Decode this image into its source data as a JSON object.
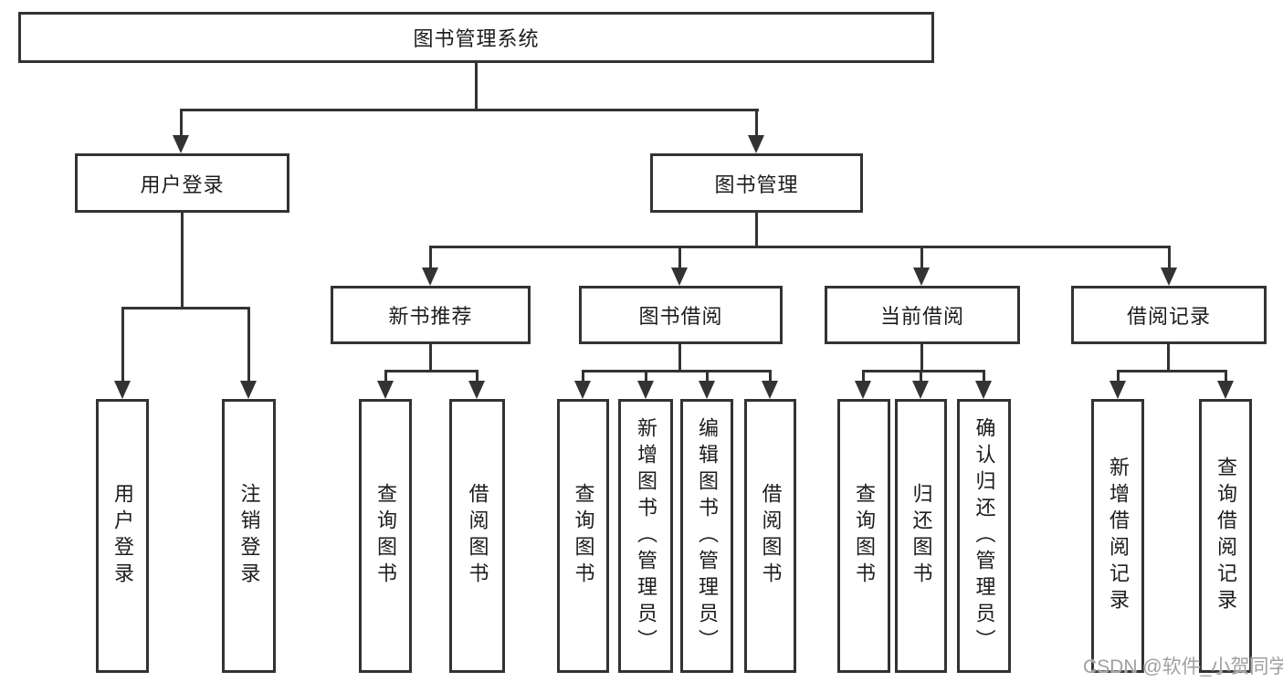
{
  "diagram": {
    "type": "tree",
    "title": "图书管理系统"
  },
  "tree": {
    "root": {
      "label": "图书管理系统",
      "children": [
        {
          "label": "用户登录",
          "children": [
            {
              "label": "用户登录"
            },
            {
              "label": "注销登录"
            }
          ]
        },
        {
          "label": "图书管理",
          "children": [
            {
              "label": "新书推荐",
              "children": [
                {
                  "label": "查询图书"
                },
                {
                  "label": "借阅图书"
                }
              ]
            },
            {
              "label": "图书借阅",
              "children": [
                {
                  "label": "查询图书"
                },
                {
                  "label": "新增图书（管理员）"
                },
                {
                  "label": "编辑图书（管理员）"
                },
                {
                  "label": "借阅图书"
                }
              ]
            },
            {
              "label": "当前借阅",
              "children": [
                {
                  "label": "查询图书"
                },
                {
                  "label": "归还图书"
                },
                {
                  "label": "确认归还（管理员）"
                }
              ]
            },
            {
              "label": "借阅记录",
              "children": [
                {
                  "label": "新增借阅记录"
                },
                {
                  "label": "查询借阅记录"
                }
              ]
            }
          ]
        }
      ]
    }
  },
  "watermark": {
    "text": "CSDN @软件_小贺同学"
  },
  "colors": {
    "line": "#333333",
    "text": "#1c1c1c",
    "background": "#ffffff",
    "watermark": "#a0a0a0"
  }
}
